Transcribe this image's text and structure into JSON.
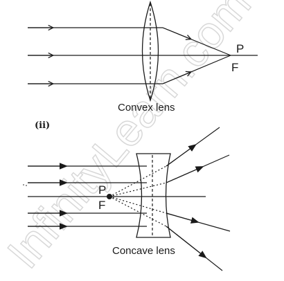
{
  "diagram": {
    "convex": {
      "caption": "Convex lens",
      "point_label": "P",
      "focus_label": "F"
    },
    "part_label": "(ii)",
    "concave": {
      "caption": "Concave lens",
      "point_label": "P",
      "focus_label": "F"
    },
    "watermark": "InfinityLearn.com",
    "colors": {
      "ink": "#1a1a1a",
      "watermark": "#d8d8d8"
    }
  }
}
